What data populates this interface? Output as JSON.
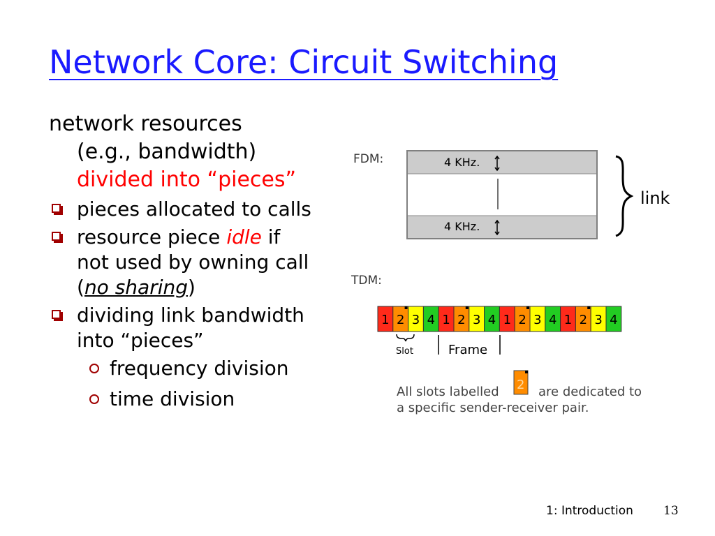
{
  "title": "Network Core: Circuit Switching",
  "left": {
    "intro_line1": "network resources",
    "intro_line2": "(e.g., bandwidth)",
    "intro_line3": "divided into “pieces”",
    "bullets": [
      {
        "line1": "pieces allocated to calls"
      },
      {
        "line1_pre": "resource piece ",
        "line1_em": "idle",
        "line1_post": " if",
        "line2": "not used by owning call",
        "line3_open": "(",
        "line3_em": "no sharing",
        "line3_close": ")"
      },
      {
        "line1": "dividing link bandwidth",
        "line2": "into “pieces”"
      }
    ],
    "subbullets": [
      "frequency division",
      "time division"
    ]
  },
  "diagram": {
    "fdm_label": "FDM:",
    "band_label": "4 KHz.",
    "link_label": "link",
    "tdm_label": "TDM:",
    "slots": [
      "1",
      "2",
      "3",
      "4",
      "1",
      "2",
      "3",
      "4",
      "1",
      "2",
      "3",
      "4",
      "1",
      "2",
      "3",
      "4"
    ],
    "slot_colors": [
      "#ff2a1a",
      "#ff8c00",
      "#ffff00",
      "#22cc22"
    ],
    "slot_word": "Slot",
    "frame_word": "Frame",
    "legend_pre": "All slots labelled",
    "legend_slot": "2",
    "legend_post": "are dedicated to",
    "legend_line2": "a specific sender-receiver pair."
  },
  "footer": {
    "chapter": "1: Introduction",
    "page": "13"
  }
}
